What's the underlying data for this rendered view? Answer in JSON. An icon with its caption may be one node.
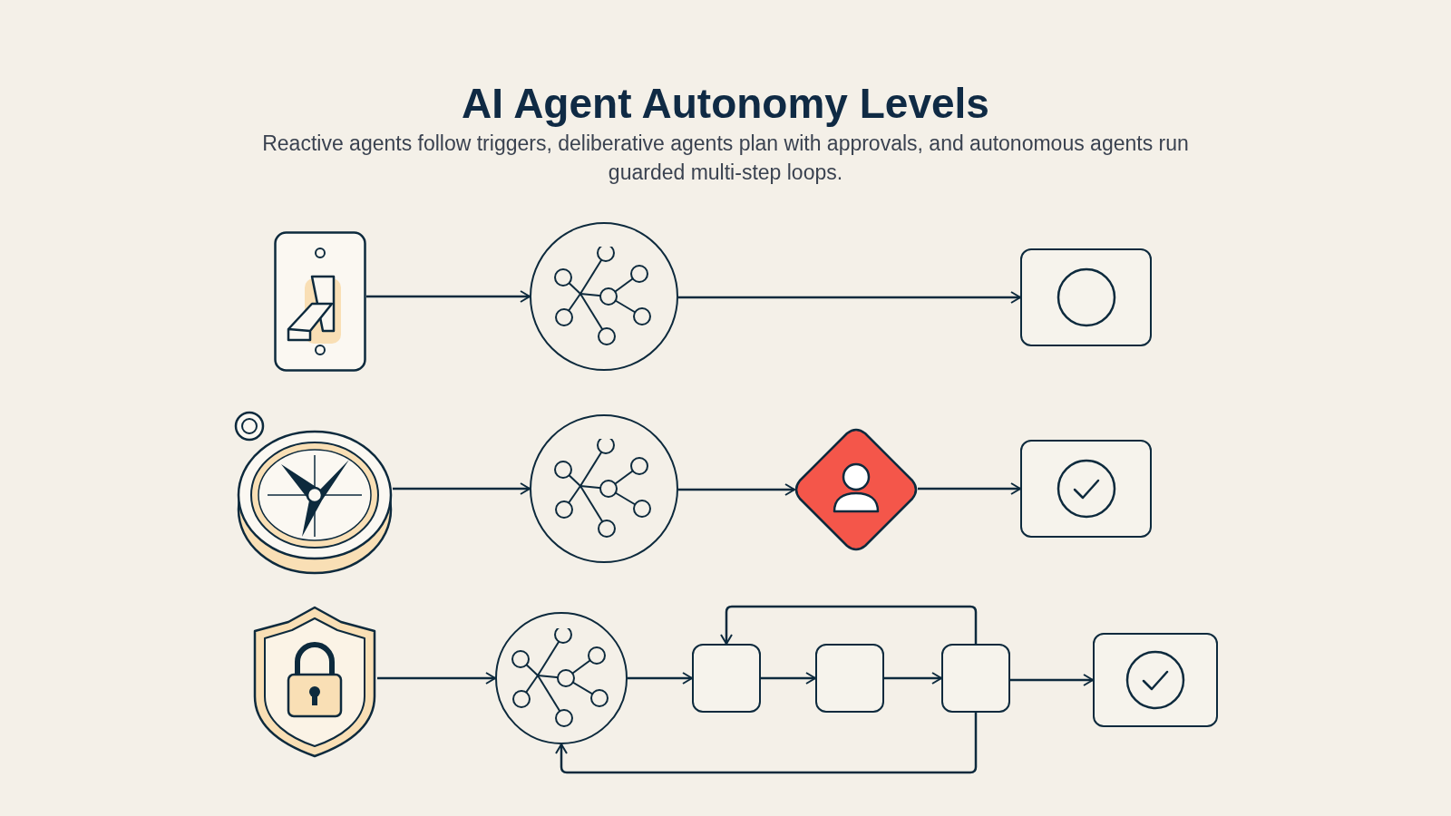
{
  "diagram": {
    "title": "AI Agent Autonomy Levels",
    "nodes": [
      {
        "text": [],
        "shape": "picture"
      },
      {
        "text": [],
        "shape": "circle"
      },
      {
        "text": [],
        "shape": "box"
      },
      {
        "text": [],
        "shape": "picture"
      },
      {
        "text": [],
        "shape": "circle"
      },
      {
        "text": [],
        "shape": "diamond"
      },
      {
        "text": [],
        "shape": "box"
      },
      {
        "text": [],
        "shape": "picture"
      },
      {
        "text": [],
        "shape": "circle"
      },
      {
        "text": [],
        "shape": "box"
      },
      {
        "text": [],
        "shape": "box"
      },
      {
        "text": [],
        "shape": "box"
      },
      {
        "text": [],
        "shape": "box"
      }
    ],
    "edges": [
      {
        "from": 0,
        "to": 1,
        "arrow": "to"
      },
      {
        "from": 1,
        "to": 2,
        "arrow": "to"
      },
      {
        "from": 3,
        "to": 4,
        "arrow": "to"
      },
      {
        "from": 4,
        "to": 5,
        "arrow": "to"
      },
      {
        "from": 5,
        "to": 6,
        "arrow": "to"
      },
      {
        "from": 7,
        "to": 8,
        "arrow": "to"
      },
      {
        "from": 8,
        "to": 9,
        "arrow": "to"
      },
      {
        "from": 9,
        "to": 10,
        "arrow": "to"
      },
      {
        "from": 10,
        "to": 11,
        "arrow": "to"
      },
      {
        "from": 11,
        "to": 9,
        "arrow": "to"
      },
      {
        "from": 11,
        "to": 8,
        "arrow": "to"
      },
      {
        "from": 11,
        "to": 12,
        "arrow": "to"
      }
    ],
    "labels": [
      "Reactive agents follow triggers, deliberative agents plan with approvals, and autonomous agents run guarded multi-step loops."
    ]
  }
}
